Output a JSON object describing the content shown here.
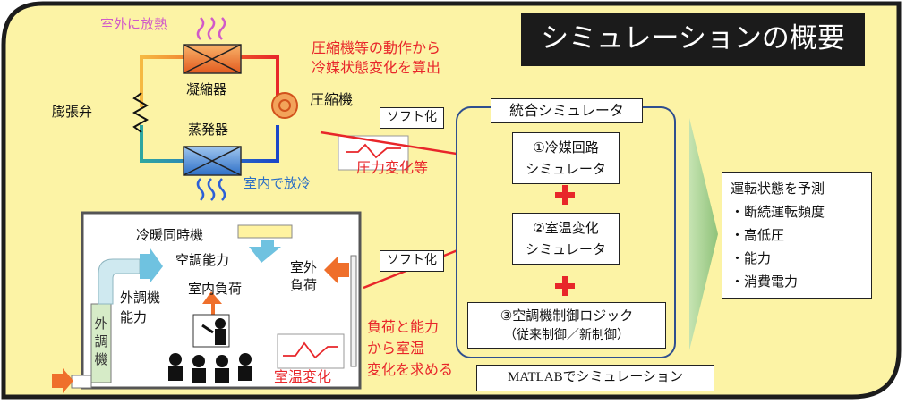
{
  "banner": {
    "title": "シミュレーションの概要"
  },
  "refrigerant_cycle": {
    "heat_release": "室外に放熱",
    "condenser": "凝縮器",
    "expansion_valve": "膨張弁",
    "evaporator": "蒸発器",
    "compressor": "圧縮機",
    "cooling_indoor": "室内で放冷",
    "note_line1": "圧縮機等の動作から",
    "note_line2": "冷媒状態変化を算出",
    "pressure_change": "圧力変化等"
  },
  "room": {
    "unit": "冷暖同時機",
    "ac_capacity": "空調能力",
    "outdoor_load_line1": "室外",
    "outdoor_load_line2": "負荷",
    "indoor_load": "室内負荷",
    "oa_capacity_line1": "外調機",
    "oa_capacity_line2": "能力",
    "oa_unit": "外調機",
    "room_temp_change": "室温変化",
    "note_line1": "負荷と能力",
    "note_line2": "から室温",
    "note_line3": "変化を求める"
  },
  "software": {
    "label_1": "ソフト化",
    "label_2": "ソフト化"
  },
  "simulator": {
    "title": "統合シミュレータ",
    "refrigerant_line1": "①冷媒回路",
    "refrigerant_line2": "シミュレータ",
    "room_line1": "②室温変化",
    "room_line2": "シミュレータ",
    "control_line1": "③空調機制御ロジック",
    "control_line2": "（従来制御／新制御）",
    "plus": "+"
  },
  "matlab": {
    "label": "MATLABでシミュレーション"
  },
  "predict": {
    "title": "運転状態を予測",
    "items": [
      "・断続運転頻度",
      "・高低圧",
      "・能力",
      "・消費電力"
    ]
  },
  "colors": {
    "panel": "#fcf3a5",
    "accent_red": "#e8262a",
    "sim_border": "#2f4f8f",
    "arrow_green": "#a8d08d"
  }
}
